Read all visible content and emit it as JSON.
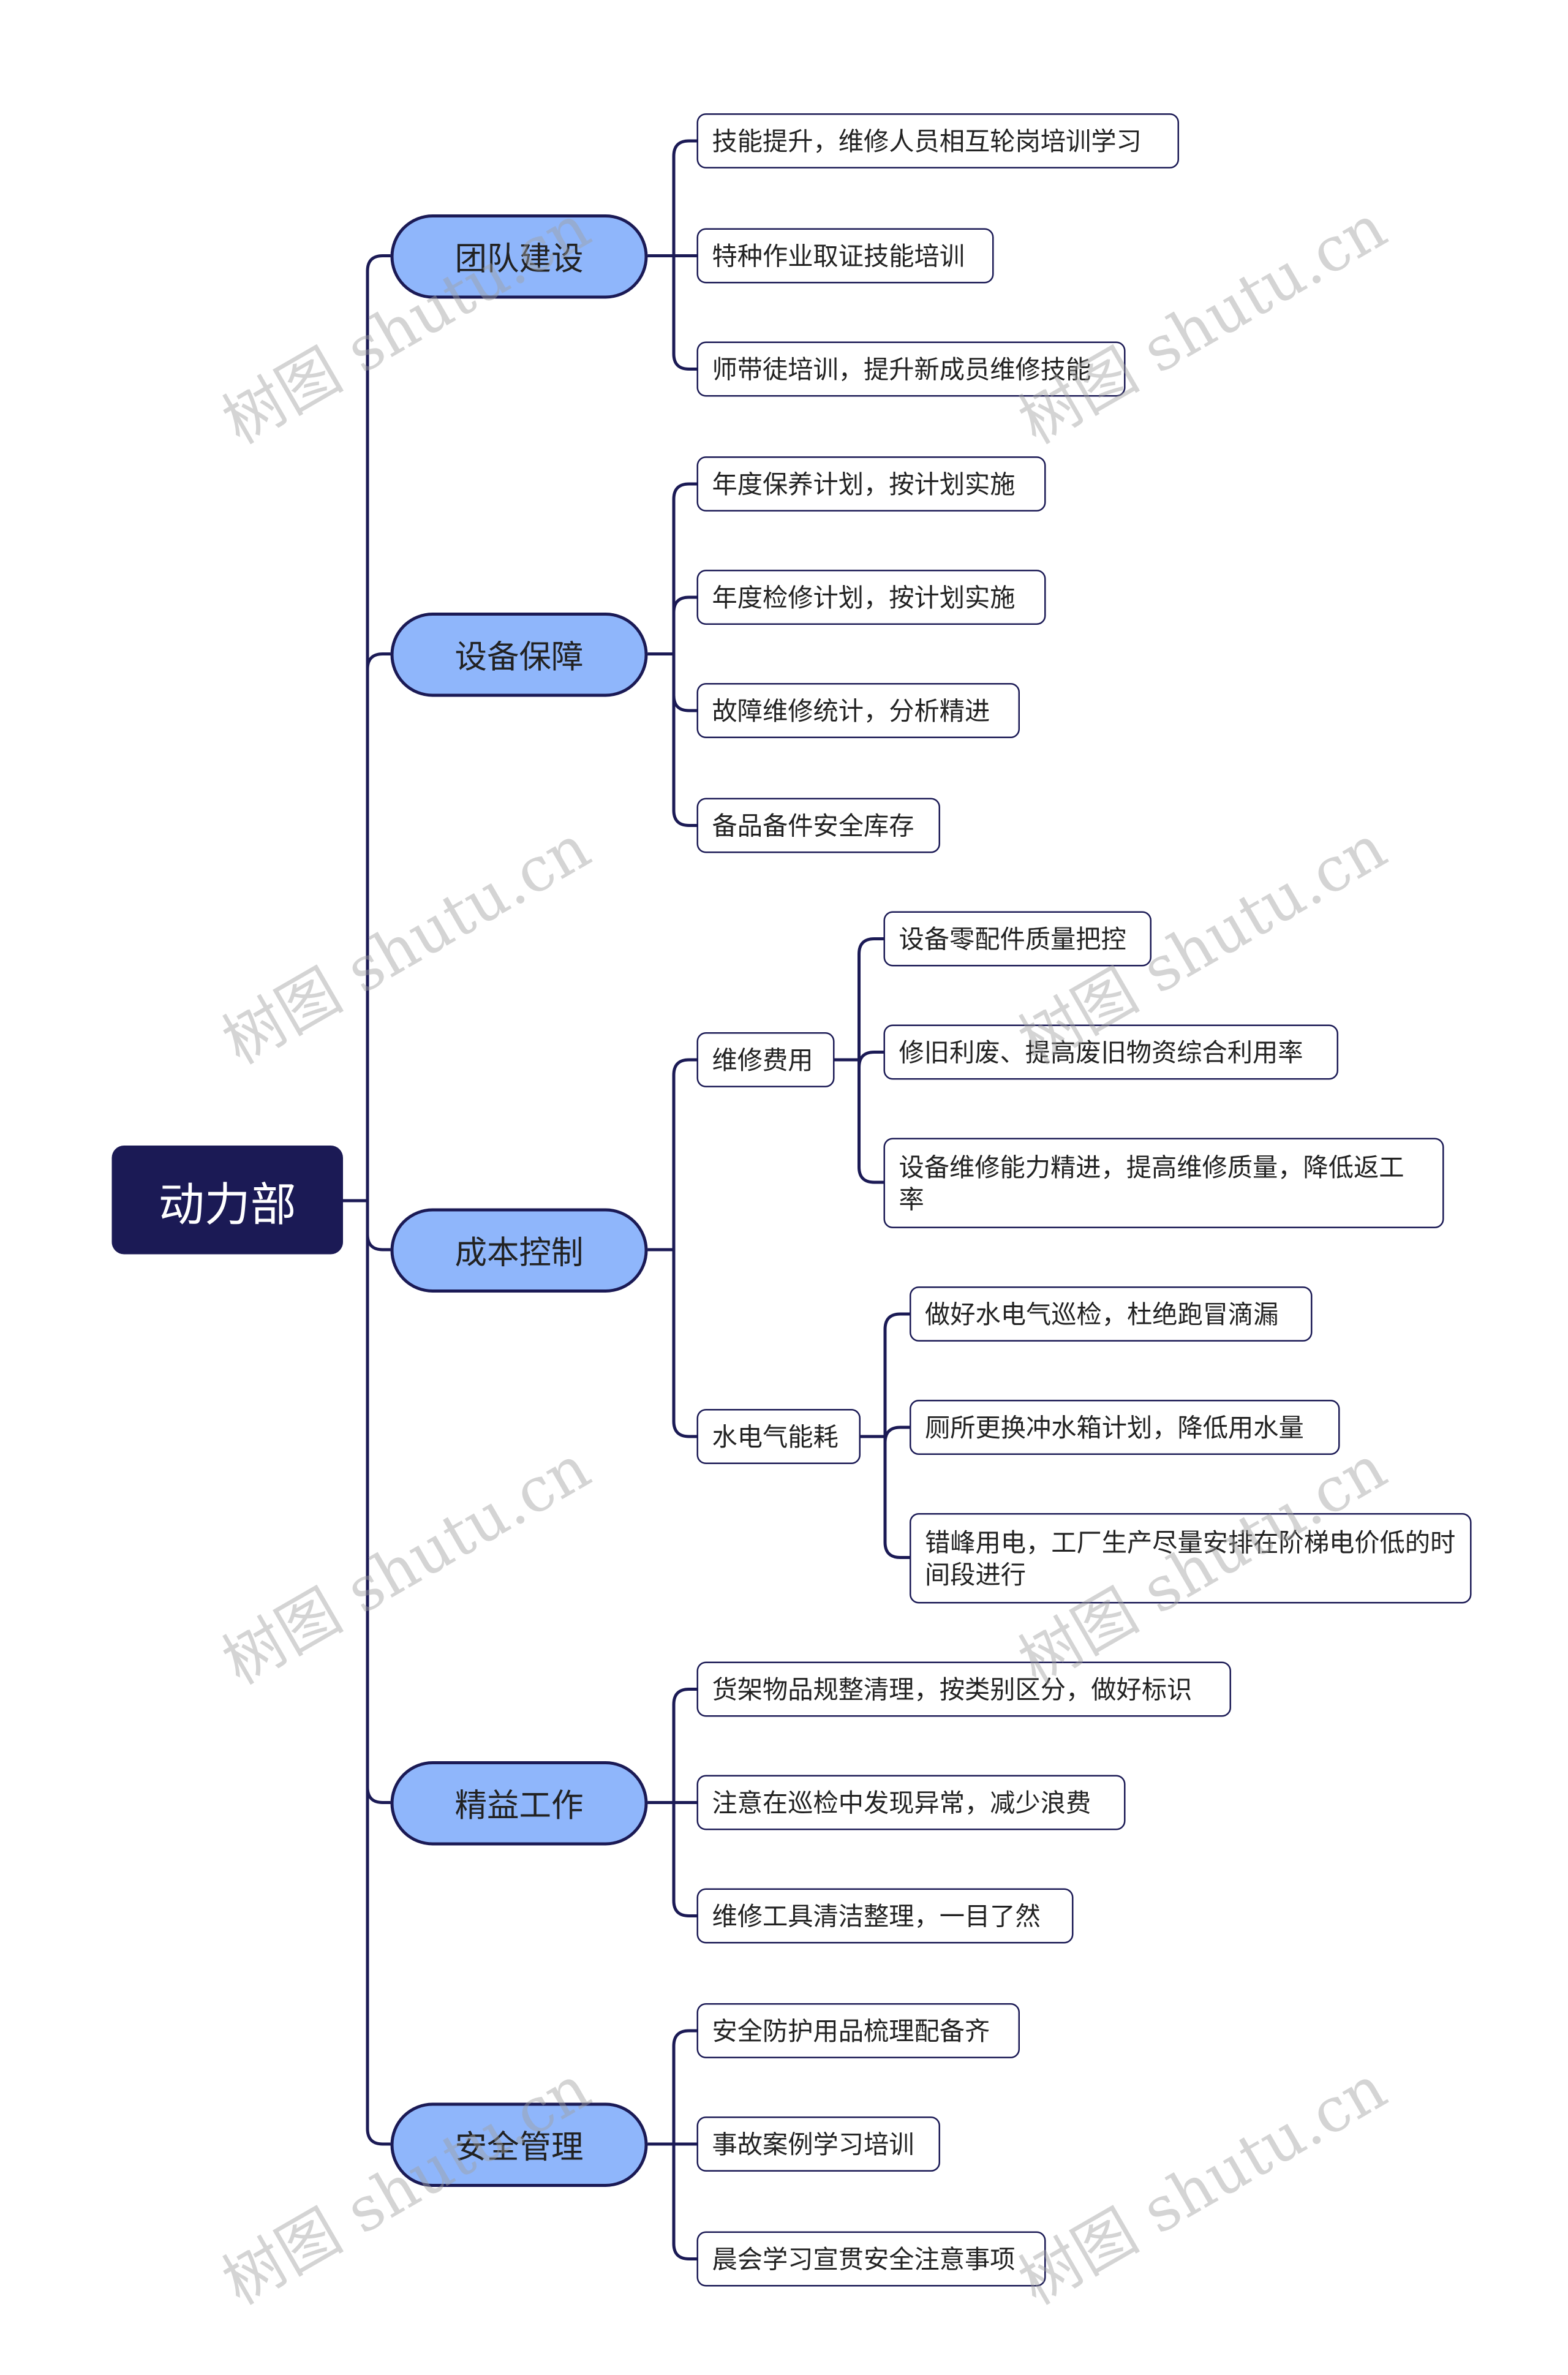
{
  "root": "动力部",
  "branches": [
    {
      "label": "团队建设",
      "children": [
        "技能提升，维修人员相互轮岗培训学习",
        "特种作业取证技能培训",
        "师带徒培训，提升新成员维修技能"
      ]
    },
    {
      "label": "设备保障",
      "children": [
        "年度保养计划，按计划实施",
        "年度检修计划，按计划实施",
        "故障维修统计，分析精进",
        "备品备件安全库存"
      ]
    },
    {
      "label": "成本控制",
      "groups": [
        {
          "label": "维修费用",
          "children": [
            "设备零配件质量把控",
            "修旧利废、提高废旧物资综合利用率",
            "设备维修能力精进，提高维修质量，降低返工率"
          ]
        },
        {
          "label": "水电气能耗",
          "children": [
            "做好水电气巡检，杜绝跑冒滴漏",
            "厕所更换冲水箱计划，降低用水量",
            "错峰用电，工厂生产尽量安排在阶梯电价低的时间段进行"
          ]
        }
      ]
    },
    {
      "label": "精益工作",
      "children": [
        "货架物品规整清理，按类别区分，做好标识",
        "注意在巡检中发现异常，减少浪费",
        "维修工具清洁整理，一目了然"
      ]
    },
    {
      "label": "安全管理",
      "children": [
        "安全防护用品梳理配备齐",
        "事故案例学习培训",
        "晨会学习宣贯安全注意事项"
      ]
    }
  ],
  "watermark": "树图 shutu.cn",
  "colors": {
    "root": "#1b1a55",
    "branch": "#8fb6fb",
    "line": "#1b1a55"
  }
}
